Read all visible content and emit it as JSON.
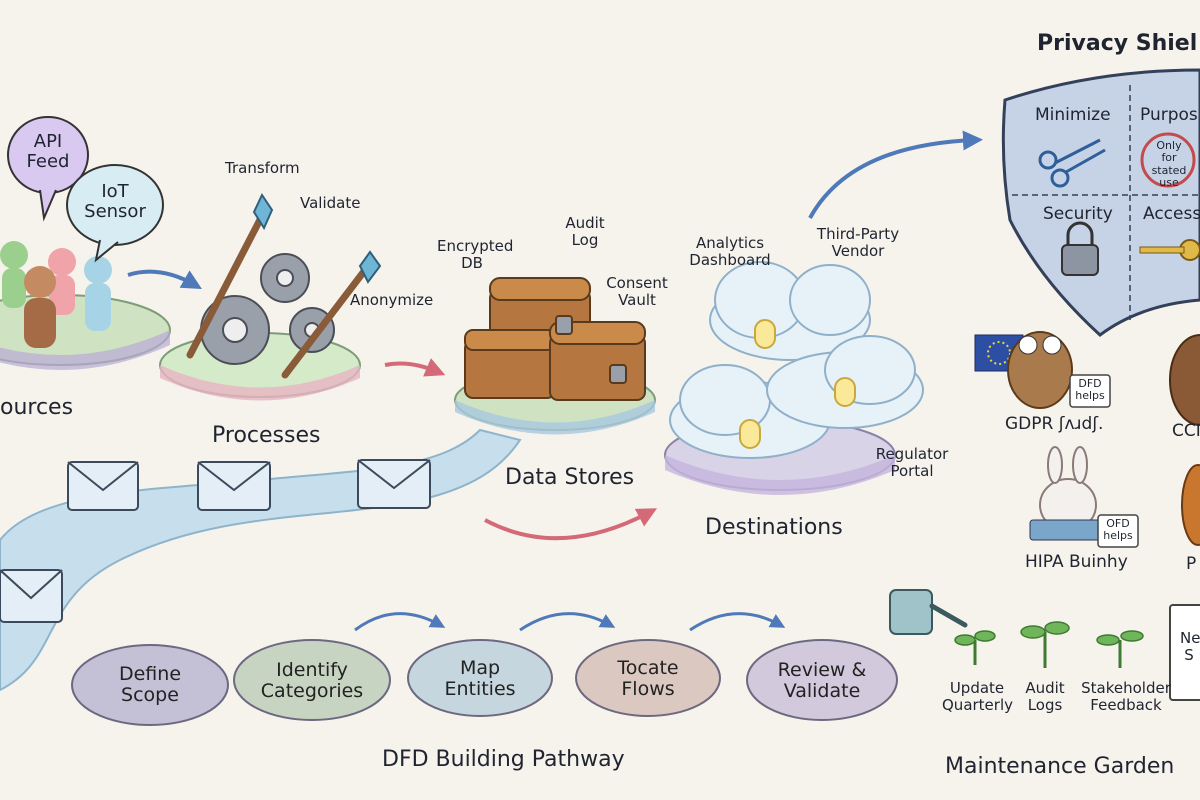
{
  "sources": {
    "title": "ources",
    "bubbles": [
      "API\nFeed",
      "IoT\nSensor"
    ]
  },
  "processes": {
    "title": "Processes",
    "steps": [
      "Transform",
      "Validate",
      "Anonymize"
    ]
  },
  "data_stores": {
    "title": "Data Stores",
    "items": [
      "Encrypted\nDB",
      "Audit\nLog",
      "Consent\nVault"
    ]
  },
  "destinations": {
    "title": "Destinations",
    "items": [
      "Analytics\nDashboard",
      "Third-Party\nVendor",
      "Regulator\nPortal"
    ]
  },
  "privacy_shield": {
    "title": "Privacy Shiel",
    "quadrants": [
      "Minimize",
      "Purpos",
      "Security",
      "Access"
    ],
    "purpose_note": "Only for\nstated\nuse"
  },
  "guardians": [
    {
      "name": "GDPR ʃʌɹdʃ.",
      "badge": "DFD\nhelps"
    },
    {
      "name": "CCI",
      "badge": ""
    },
    {
      "name": "HIPA Buinhy",
      "badge": "OFD\nhelps"
    },
    {
      "name": "P",
      "badge": ""
    }
  ],
  "pathway": {
    "title": "DFD Building Pathway",
    "steps": [
      "Define\nScope",
      "Identify\nCategories",
      "Map\nEntities",
      "Tocate\nFlows",
      "Review &\nValidate"
    ]
  },
  "garden": {
    "title": "Maintenance Garden",
    "plants": [
      "Update\nQuarterly",
      "Audit\nLogs",
      "Stakeholder\nFeedback"
    ],
    "calendar_text": "Ne\nS"
  },
  "colors": {
    "background": "#f6f3ec",
    "river": "#bfd9e8",
    "shield": "#bcc9df",
    "stone": "#c8c4d4",
    "arrow_blue": "#4f79b8",
    "arrow_pink": "#d46a78"
  }
}
